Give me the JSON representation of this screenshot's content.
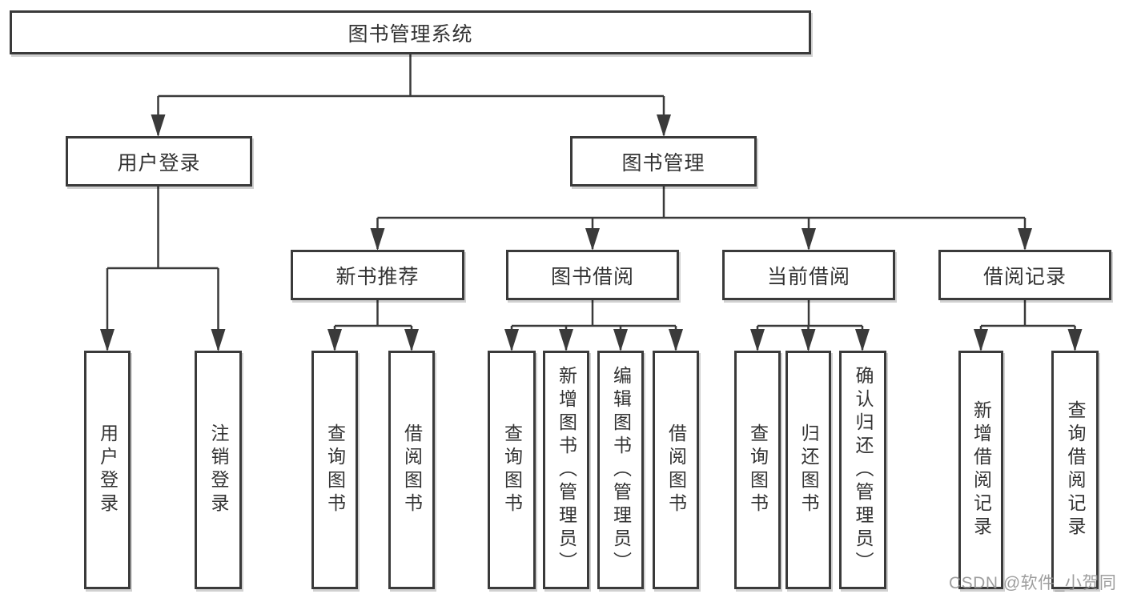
{
  "tree": {
    "label": "图书管理系统",
    "children": [
      {
        "label": "用户登录",
        "children": [
          {
            "label": "用户登录"
          },
          {
            "label": "注销登录"
          }
        ]
      },
      {
        "label": "图书管理",
        "children": [
          {
            "label": "新书推荐",
            "children": [
              {
                "label": "查询图书"
              },
              {
                "label": "借阅图书"
              }
            ]
          },
          {
            "label": "图书借阅",
            "children": [
              {
                "label": "查询图书"
              },
              {
                "label": "新增图书（管理员）"
              },
              {
                "label": "编辑图书（管理员）"
              },
              {
                "label": "借阅图书"
              }
            ]
          },
          {
            "label": "当前借阅",
            "children": [
              {
                "label": "查询图书"
              },
              {
                "label": "归还图书"
              },
              {
                "label": "确认归还（管理员）"
              }
            ]
          },
          {
            "label": "借阅记录",
            "children": [
              {
                "label": "新增借阅记录"
              },
              {
                "label": "查询借阅记录"
              }
            ]
          }
        ]
      }
    ]
  },
  "watermark": "CSDN @软件_小贺同学",
  "colors": {
    "line": "#3a3a3a",
    "box_border": "#3a3a3a",
    "text": "#333333",
    "watermark": "#949494",
    "background": "#ffffff"
  }
}
